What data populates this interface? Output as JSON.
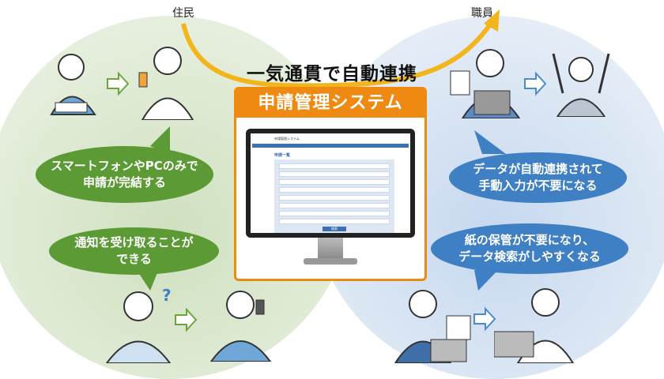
{
  "labels": {
    "residents": "住民",
    "staff": "職員"
  },
  "headline": "一気通貫で自動連携",
  "system_title": "申請管理システム",
  "screen": {
    "app_name": "申請管理システム",
    "page_title": "申請一覧",
    "search_button": "検索"
  },
  "left_bubbles": [
    {
      "line1": "スマートフォンやPCのみで",
      "line2": "申請が完結する"
    },
    {
      "line1": "通知を受け取ることが",
      "line2": "できる"
    }
  ],
  "right_bubbles": [
    {
      "line1": "データが自動連携されて",
      "line2": "手動入力が不要になる"
    },
    {
      "line1": "紙の保管が不要になり、",
      "line2": "データ検索がしやすくなる"
    }
  ],
  "question_mark": "?",
  "colors": {
    "green_circle": "#dfe9d3",
    "blue_circle": "#d3e0ef",
    "green_bubble": "#5b9a34",
    "blue_bubble": "#3f7fc4",
    "accent_orange": "#ee8a12",
    "arrow_yellow": "#f2b51c"
  }
}
